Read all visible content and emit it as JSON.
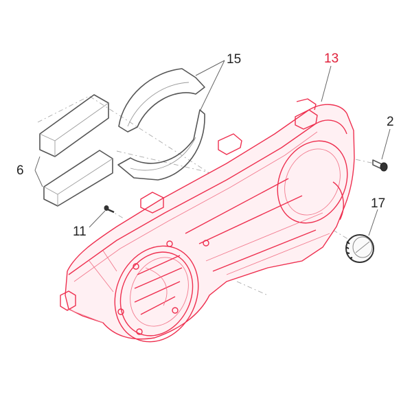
{
  "diagram": {
    "type": "exploded-parts-diagram",
    "subject": "transmission cover assembly",
    "highlight_color": "#e0203a",
    "line_color": "#555555",
    "callouts": [
      {
        "id": "2",
        "label": "2",
        "part": "screw",
        "highlighted": false
      },
      {
        "id": "6",
        "label": "6",
        "part": "rectangular blocks (x2)",
        "highlighted": false
      },
      {
        "id": "11",
        "label": "11",
        "part": "screw",
        "highlighted": false
      },
      {
        "id": "13",
        "label": "13",
        "part": "transmission cover",
        "highlighted": true
      },
      {
        "id": "15",
        "label": "15",
        "part": "half-ring pads (x2)",
        "highlighted": false
      },
      {
        "id": "17",
        "label": "17",
        "part": "cap / plug",
        "highlighted": false
      }
    ]
  }
}
